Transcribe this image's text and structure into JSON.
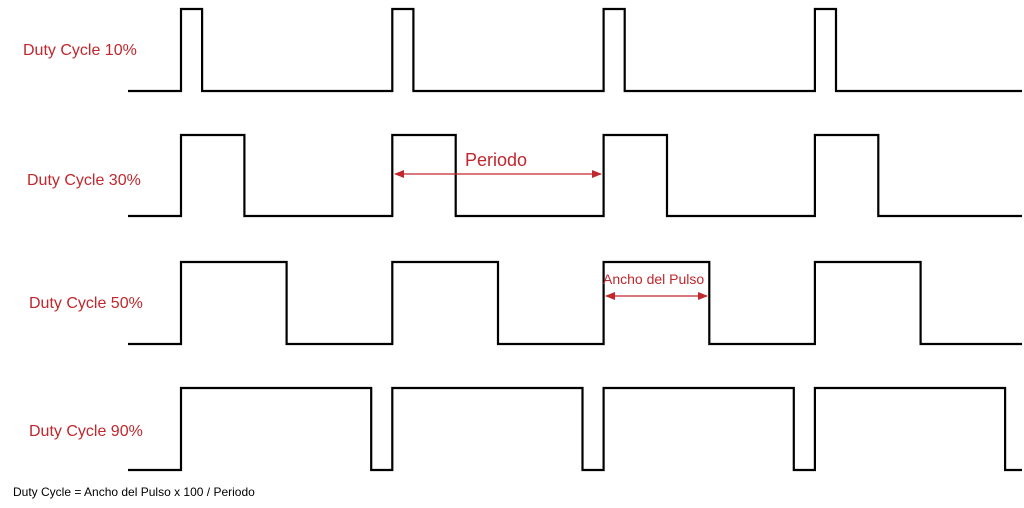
{
  "rows": [
    {
      "label": "Duty Cycle 10%",
      "duty": 0.1
    },
    {
      "label": "Duty Cycle 30%",
      "duty": 0.3
    },
    {
      "label": "Duty Cycle 50%",
      "duty": 0.5
    },
    {
      "label": "Duty Cycle 90%",
      "duty": 0.9
    }
  ],
  "annotations": {
    "period": "Periodo",
    "pulse_width": "Ancho del Pulso"
  },
  "formula": "Duty Cycle = Ancho del Pulso x 100 / Periodo",
  "colors": {
    "label": "#c1272d",
    "signal": "#000000"
  }
}
